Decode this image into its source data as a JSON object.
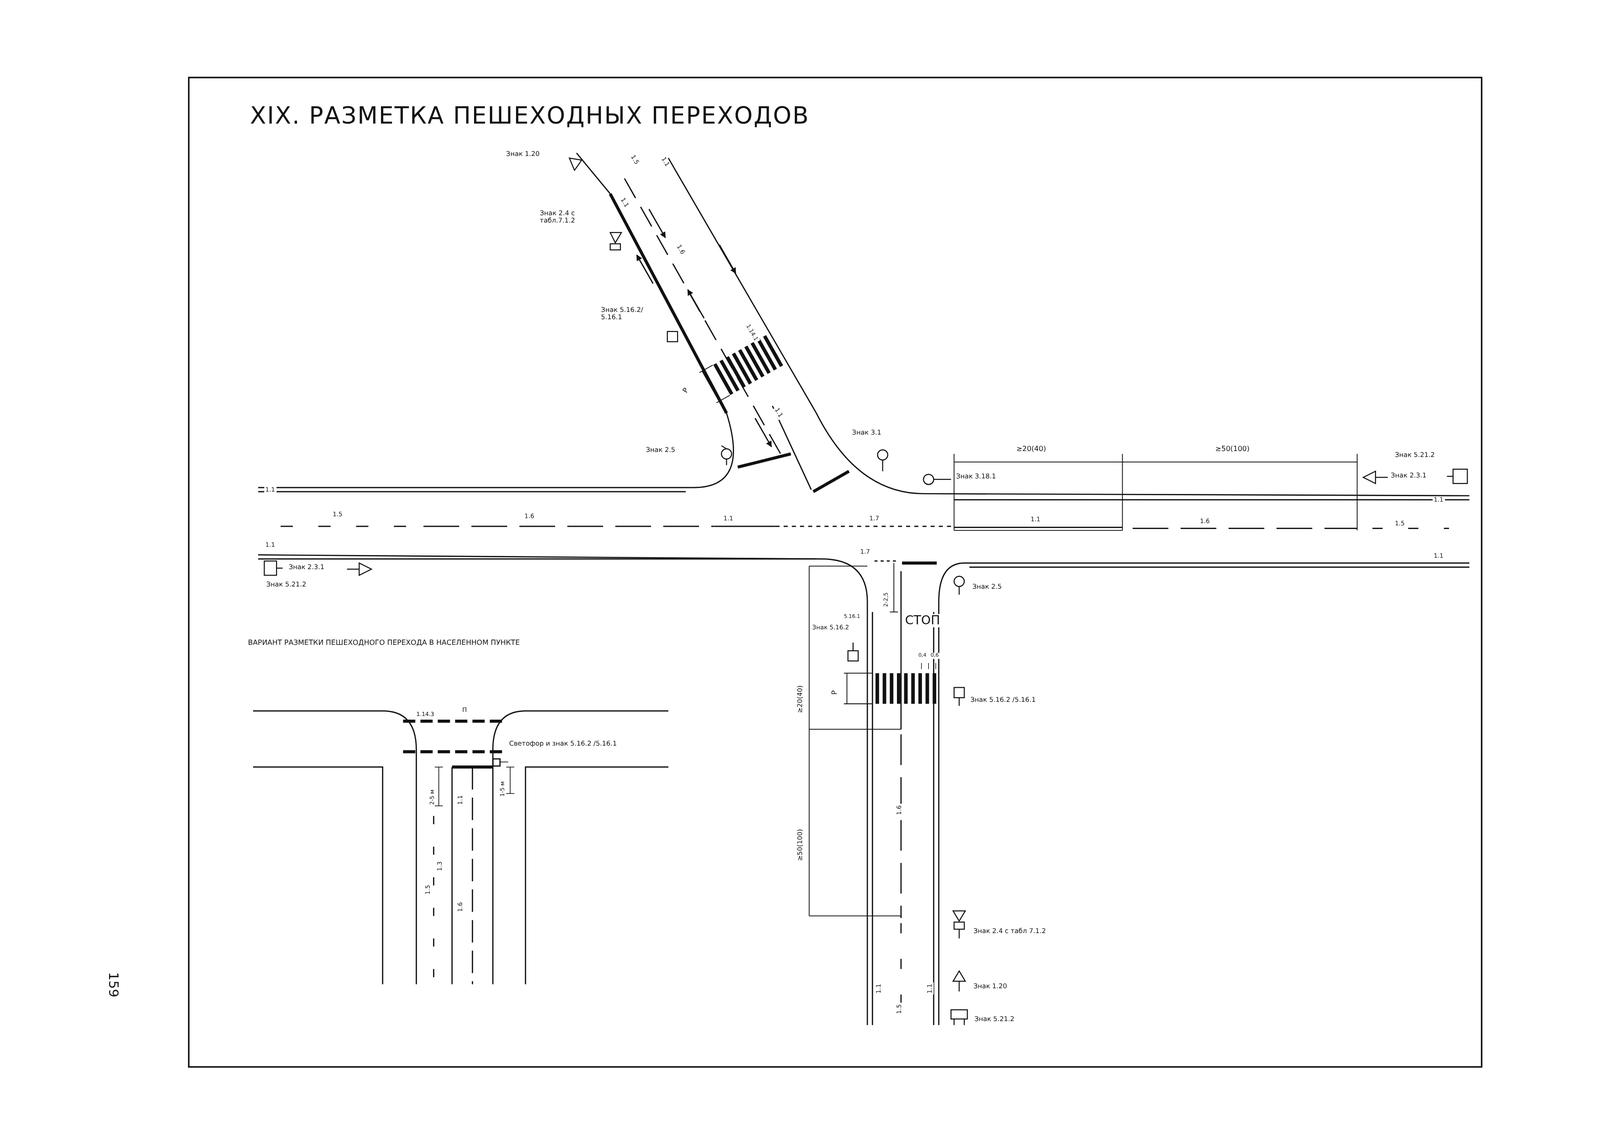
{
  "diagram": {
    "title": "XIX. РАЗМЕТКА ПЕШЕХОДНЫХ ПЕРЕХОДОВ",
    "labels": [
      "Знак 1.20",
      "Знак 2.4 с табл.7.1.2",
      "Знак 5.16.2/ 5.16.1",
      "1.5",
      "1.1",
      "1.1",
      "1.6",
      "1.14.1",
      "Р",
      "1.1",
      "Знак 2.5",
      "Знак 3.1",
      "Знак 3.18.1",
      "≥20(40)",
      "≥50(100)",
      "Знак 5.21.2",
      "Знак 2.3.1",
      "1.1",
      "1.5",
      "1.6",
      "1.1",
      "1.7",
      "1.1",
      "1.6",
      "1.5",
      "1.1",
      "1.1",
      "1.7",
      "1.1",
      "Знак 2.3.1",
      "Знак 5.21.2",
      "Знак 2.5",
      "2-2,5",
      "5.16.1",
      "Знак 5.16.2",
      "СТОП",
      "0,4",
      "0,6",
      "Р",
      "Знак 5.16.2 /5.16.1",
      "≥20(40)",
      "≥50(100)",
      "1.6",
      "Знак 2.4 с табл 7.1.2",
      "Знак 1.20",
      "Знак 5.21.2",
      "1.1",
      "1.1",
      "1.5",
      "ВАРИАНТ РАЗМЕТКИ ПЕШЕХОДНОГО ПЕРЕХОДА В НАСЕЛЕННОМ ПУНКТЕ",
      "1.14.3",
      "П",
      "Светофор и знак 5.16.2 /5.16.1",
      "2-5 м",
      "1-5 м",
      "1.1",
      "1.3",
      "1.5",
      "1.6",
      "159"
    ]
  }
}
